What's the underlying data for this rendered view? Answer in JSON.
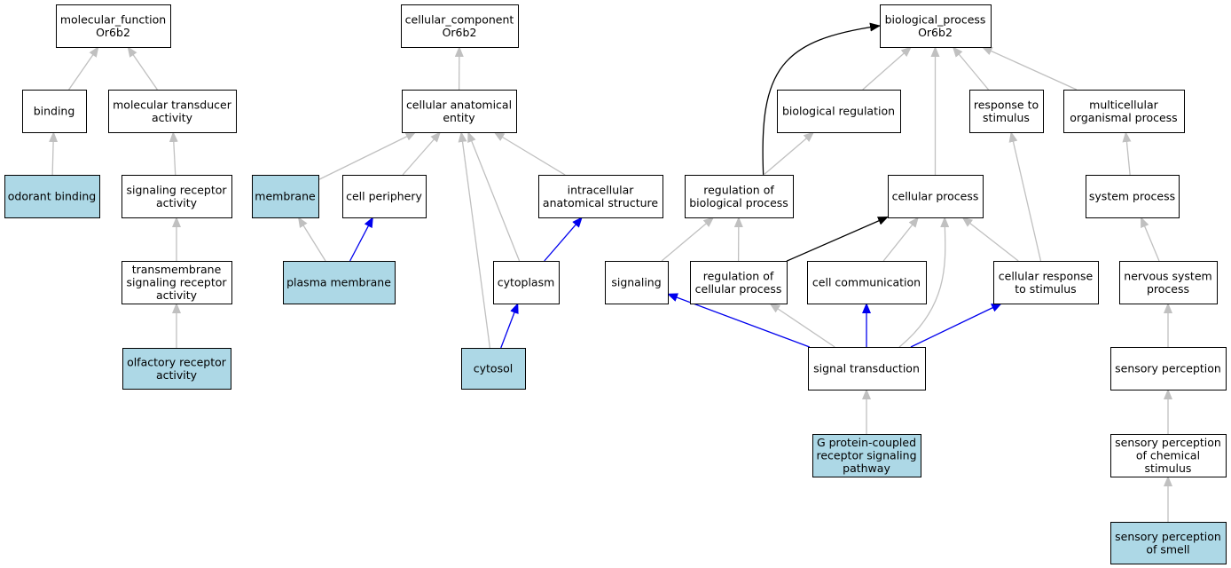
{
  "colors": {
    "highlight_fill": "#add8e6",
    "default_fill": "#ffffff",
    "is_a_edge": "#c0c0c0",
    "regulates_edge": "#000000",
    "part_of_edge": "#0000ee"
  },
  "nodes": [
    {
      "id": "mf",
      "lines": [
        "molecular_function",
        "Or6b2"
      ],
      "highlight": false
    },
    {
      "id": "binding",
      "lines": [
        "binding"
      ],
      "highlight": false
    },
    {
      "id": "mtd",
      "lines": [
        "molecular transducer",
        "activity"
      ],
      "highlight": false
    },
    {
      "id": "odorant",
      "lines": [
        "odorant binding"
      ],
      "highlight": true
    },
    {
      "id": "sra",
      "lines": [
        "signaling receptor",
        "activity"
      ],
      "highlight": false
    },
    {
      "id": "tsra",
      "lines": [
        "transmembrane",
        "signaling receptor",
        "activity"
      ],
      "highlight": false
    },
    {
      "id": "ora",
      "lines": [
        "olfactory receptor",
        "activity"
      ],
      "highlight": true
    },
    {
      "id": "cc",
      "lines": [
        "cellular_component",
        "Or6b2"
      ],
      "highlight": false
    },
    {
      "id": "cae",
      "lines": [
        "cellular anatomical",
        "entity"
      ],
      "highlight": false
    },
    {
      "id": "membrane",
      "lines": [
        "membrane"
      ],
      "highlight": true
    },
    {
      "id": "cellperiph",
      "lines": [
        "cell periphery"
      ],
      "highlight": false
    },
    {
      "id": "ias",
      "lines": [
        "intracellular",
        "anatomical structure"
      ],
      "highlight": false
    },
    {
      "id": "pm",
      "lines": [
        "plasma membrane"
      ],
      "highlight": true
    },
    {
      "id": "cytoplasm",
      "lines": [
        "cytoplasm"
      ],
      "highlight": false
    },
    {
      "id": "cytosol",
      "lines": [
        "cytosol"
      ],
      "highlight": true
    },
    {
      "id": "bp",
      "lines": [
        "biological_process",
        "Or6b2"
      ],
      "highlight": false
    },
    {
      "id": "bioreg",
      "lines": [
        "biological regulation"
      ],
      "highlight": false
    },
    {
      "id": "rts",
      "lines": [
        "response to",
        "stimulus"
      ],
      "highlight": false
    },
    {
      "id": "mop",
      "lines": [
        "multicellular",
        "organismal process"
      ],
      "highlight": false
    },
    {
      "id": "rbp",
      "lines": [
        "regulation of",
        "biological process"
      ],
      "highlight": false
    },
    {
      "id": "cp",
      "lines": [
        "cellular process"
      ],
      "highlight": false
    },
    {
      "id": "sp",
      "lines": [
        "system process"
      ],
      "highlight": false
    },
    {
      "id": "signaling",
      "lines": [
        "signaling"
      ],
      "highlight": false
    },
    {
      "id": "rcp",
      "lines": [
        "regulation of",
        "cellular process"
      ],
      "highlight": false
    },
    {
      "id": "cellcomm",
      "lines": [
        "cell communication"
      ],
      "highlight": false
    },
    {
      "id": "crs",
      "lines": [
        "cellular response",
        "to stimulus"
      ],
      "highlight": false
    },
    {
      "id": "nsp",
      "lines": [
        "nervous system",
        "process"
      ],
      "highlight": false
    },
    {
      "id": "st",
      "lines": [
        "signal transduction"
      ],
      "highlight": false
    },
    {
      "id": "sensperc",
      "lines": [
        "sensory perception"
      ],
      "highlight": false
    },
    {
      "id": "gpcr",
      "lines": [
        "G protein-coupled",
        "receptor signaling",
        "pathway"
      ],
      "highlight": true
    },
    {
      "id": "spcs",
      "lines": [
        "sensory perception",
        "of chemical",
        "stimulus"
      ],
      "highlight": false
    },
    {
      "id": "sps",
      "lines": [
        "sensory perception",
        "of smell"
      ],
      "highlight": true
    }
  ],
  "edges": [
    {
      "from": "binding",
      "to": "mf",
      "type": "is_a"
    },
    {
      "from": "mtd",
      "to": "mf",
      "type": "is_a"
    },
    {
      "from": "odorant",
      "to": "binding",
      "type": "is_a"
    },
    {
      "from": "sra",
      "to": "mtd",
      "type": "is_a"
    },
    {
      "from": "tsra",
      "to": "sra",
      "type": "is_a"
    },
    {
      "from": "ora",
      "to": "tsra",
      "type": "is_a"
    },
    {
      "from": "cae",
      "to": "cc",
      "type": "is_a"
    },
    {
      "from": "membrane",
      "to": "cae",
      "type": "is_a"
    },
    {
      "from": "cellperiph",
      "to": "cae",
      "type": "is_a"
    },
    {
      "from": "cytosol",
      "to": "cae",
      "type": "is_a"
    },
    {
      "from": "cytoplasm",
      "to": "cae",
      "type": "is_a"
    },
    {
      "from": "ias",
      "to": "cae",
      "type": "is_a"
    },
    {
      "from": "pm",
      "to": "membrane",
      "type": "is_a"
    },
    {
      "from": "pm",
      "to": "cellperiph",
      "type": "part_of"
    },
    {
      "from": "cytoplasm",
      "to": "ias",
      "type": "part_of"
    },
    {
      "from": "cytosol",
      "to": "cytoplasm",
      "type": "part_of"
    },
    {
      "from": "rbp",
      "to": "bp",
      "type": "regulates"
    },
    {
      "from": "bioreg",
      "to": "bp",
      "type": "is_a"
    },
    {
      "from": "cp",
      "to": "bp",
      "type": "is_a"
    },
    {
      "from": "rts",
      "to": "bp",
      "type": "is_a"
    },
    {
      "from": "mop",
      "to": "bp",
      "type": "is_a"
    },
    {
      "from": "rbp",
      "to": "bioreg",
      "type": "is_a"
    },
    {
      "from": "crs",
      "to": "rts",
      "type": "is_a"
    },
    {
      "from": "sp",
      "to": "mop",
      "type": "is_a"
    },
    {
      "from": "signaling",
      "to": "rbp",
      "type": "is_a"
    },
    {
      "from": "rcp",
      "to": "rbp",
      "type": "is_a"
    },
    {
      "from": "rcp",
      "to": "cp",
      "type": "regulates"
    },
    {
      "from": "cellcomm",
      "to": "cp",
      "type": "is_a"
    },
    {
      "from": "st",
      "to": "cp",
      "type": "is_a"
    },
    {
      "from": "crs",
      "to": "cp",
      "type": "is_a"
    },
    {
      "from": "nsp",
      "to": "sp",
      "type": "is_a"
    },
    {
      "from": "st",
      "to": "signaling",
      "type": "part_of"
    },
    {
      "from": "st",
      "to": "rcp",
      "type": "is_a"
    },
    {
      "from": "st",
      "to": "cellcomm",
      "type": "part_of"
    },
    {
      "from": "st",
      "to": "crs",
      "type": "part_of"
    },
    {
      "from": "gpcr",
      "to": "st",
      "type": "is_a"
    },
    {
      "from": "sensperc",
      "to": "nsp",
      "type": "is_a"
    },
    {
      "from": "spcs",
      "to": "sensperc",
      "type": "is_a"
    },
    {
      "from": "sps",
      "to": "spcs",
      "type": "is_a"
    }
  ]
}
